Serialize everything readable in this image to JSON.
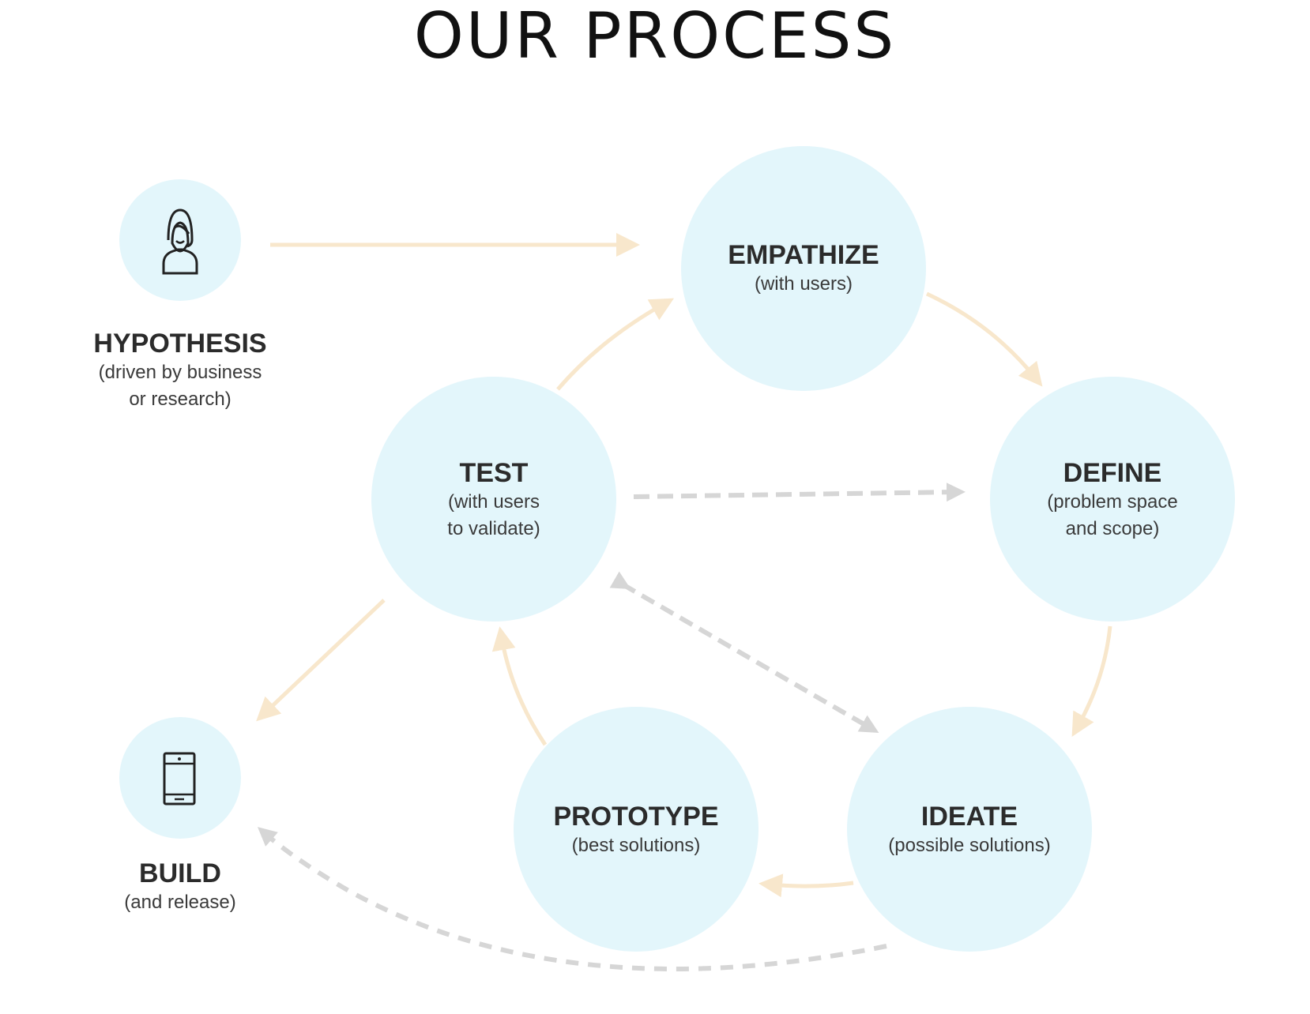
{
  "title": "OUR PROCESS",
  "colors": {
    "circle_fill": "#e3f6fb",
    "solid_arrow": "#f8e7cc",
    "dashed_arrow": "#d6d6d6",
    "title_text": "#111111",
    "label_text": "#2b2b2b"
  },
  "nodes": {
    "hypothesis": {
      "title": "HYPOTHESIS",
      "sub1": "(driven by business",
      "sub2": "or research)",
      "icon": "person-icon"
    },
    "build": {
      "title": "BUILD",
      "sub1": "(and release)",
      "icon": "phone-icon"
    },
    "empathize": {
      "title": "EMPATHIZE",
      "sub1": "(with users)"
    },
    "define": {
      "title": "DEFINE",
      "sub1": "(problem space",
      "sub2": "and scope)"
    },
    "test": {
      "title": "TEST",
      "sub1": "(with users",
      "sub2": "to validate)"
    },
    "ideate": {
      "title": "IDEATE",
      "sub1": "(possible solutions)"
    },
    "prototype": {
      "title": "PROTOTYPE",
      "sub1": "(best solutions)"
    }
  }
}
